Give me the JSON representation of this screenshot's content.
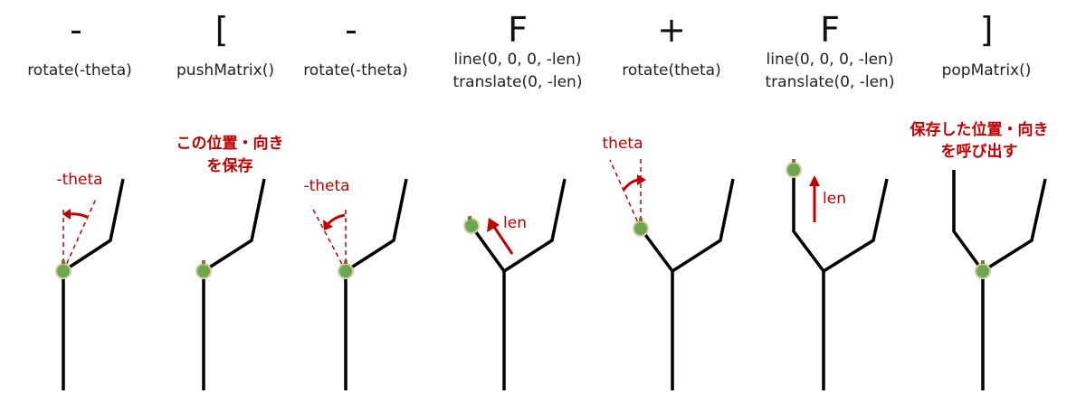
{
  "steps": [
    {
      "symbol": "-",
      "code": [
        "rotate(-theta)"
      ]
    },
    {
      "symbol": "[",
      "code": [
        "pushMatrix()"
      ]
    },
    {
      "symbol": "-",
      "code": [
        "rotate(-theta)"
      ]
    },
    {
      "symbol": "F",
      "code": [
        "line(0, 0, 0, -len)",
        "translate(0, -len)"
      ]
    },
    {
      "symbol": "+",
      "code": [
        "rotate(theta)"
      ]
    },
    {
      "symbol": "F",
      "code": [
        "line(0, 0, 0, -len)",
        "translate(0, -len)"
      ]
    },
    {
      "symbol": "]",
      "code": [
        "popMatrix()"
      ]
    }
  ],
  "annotations": {
    "neg_theta": "-theta",
    "theta": "theta",
    "len": "len",
    "save_line1": "この位置・向き",
    "save_line2": "を保存",
    "restore_line1": "保存した位置・向き",
    "restore_line2": "を呼び出す"
  },
  "colors": {
    "annotation": "#c00000",
    "branch": "#000000",
    "turtle_body": "#6aa84f",
    "turtle_outline": "#d9c9a3"
  }
}
